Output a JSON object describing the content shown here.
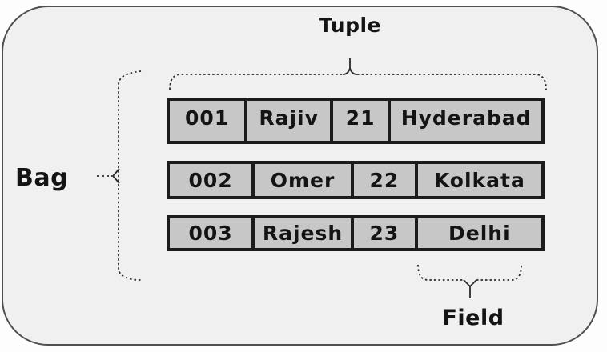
{
  "labels": {
    "tuple": "Tuple",
    "bag": "Bag",
    "field": "Field"
  },
  "rows": [
    {
      "cells": [
        "001",
        "Rajiv",
        "21",
        "Hyderabad"
      ]
    },
    {
      "cells": [
        "002",
        "Omer",
        "22",
        "Kolkata"
      ]
    },
    {
      "cells": [
        "003",
        "Rajesh",
        "23",
        "Delhi"
      ]
    }
  ],
  "colors": {
    "panel_fill": "#f0f0f1",
    "panel_border": "#4f4f4f",
    "cell_fill": "#c7c7c7",
    "cell_border": "#1b1b1b",
    "text": "#141414",
    "brace": "#2b2b2b"
  }
}
